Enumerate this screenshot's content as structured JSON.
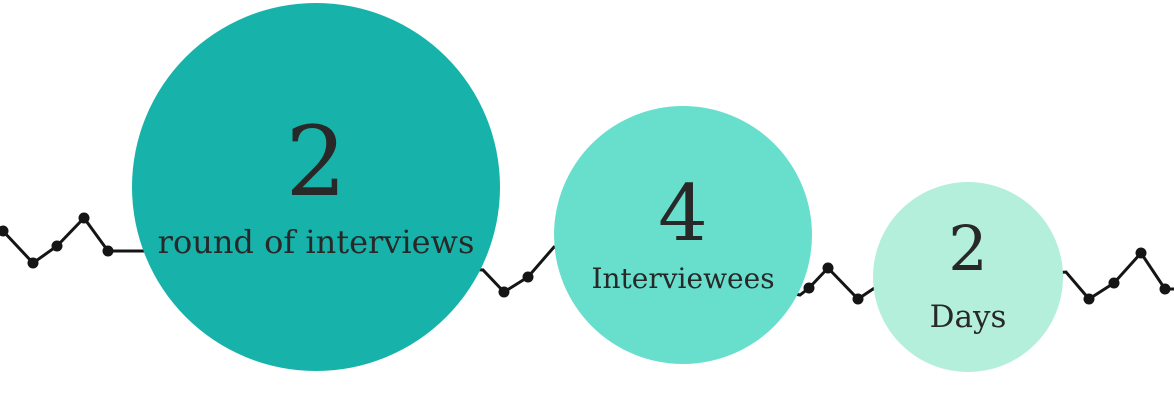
{
  "colors": {
    "background": "#ffffff",
    "line": "#151515",
    "text": "#282828"
  },
  "circles": [
    {
      "value": "2",
      "label": "round of interviews",
      "color": "#17b3ab"
    },
    {
      "value": "4",
      "label": "Interviewees",
      "color": "#67dfcc"
    },
    {
      "value": "2",
      "label": "Days",
      "color": "#b4efdc"
    }
  ],
  "decoration": {
    "name": "zigzag-line-chart"
  }
}
